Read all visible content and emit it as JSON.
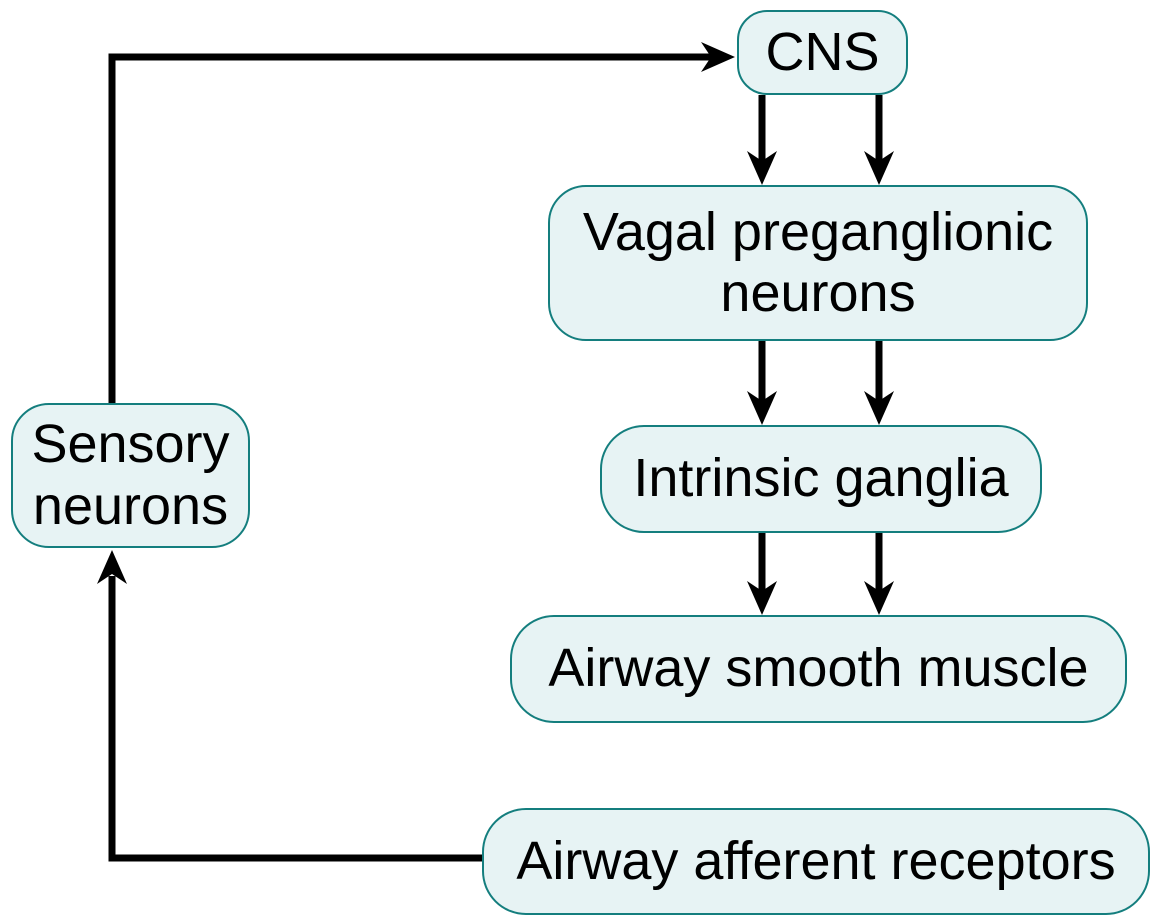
{
  "diagram": {
    "type": "flowchart",
    "description": "Neural control feedback loop of airway smooth muscle",
    "colors": {
      "node_fill": "#e7f3f4",
      "node_border": "#147e7e",
      "arrow": "#000000",
      "text": "#000000",
      "background": "#ffffff"
    },
    "nodes": [
      {
        "id": "cns",
        "label": "CNS"
      },
      {
        "id": "vagal-preganglionic-neurons",
        "label": "Vagal preganglionic neurons"
      },
      {
        "id": "intrinsic-ganglia",
        "label": "Intrinsic ganglia"
      },
      {
        "id": "airway-smooth-muscle",
        "label": "Airway smooth muscle"
      },
      {
        "id": "airway-afferent-receptors",
        "label": "Airway afferent receptors"
      },
      {
        "id": "sensory-neurons",
        "label": "Sensory neurons"
      }
    ],
    "edges": [
      {
        "from": "cns",
        "to": "vagal-preganglionic-neurons",
        "style": "double-parallel-arrow",
        "direction": "down"
      },
      {
        "from": "vagal-preganglionic-neurons",
        "to": "intrinsic-ganglia",
        "style": "double-parallel-arrow",
        "direction": "down"
      },
      {
        "from": "intrinsic-ganglia",
        "to": "airway-smooth-muscle",
        "style": "double-parallel-arrow",
        "direction": "down"
      },
      {
        "from": "airway-afferent-receptors",
        "to": "sensory-neurons",
        "style": "single-arrow",
        "direction": "left-then-up"
      },
      {
        "from": "sensory-neurons",
        "to": "cns",
        "style": "single-arrow",
        "direction": "up-then-right"
      }
    ]
  }
}
